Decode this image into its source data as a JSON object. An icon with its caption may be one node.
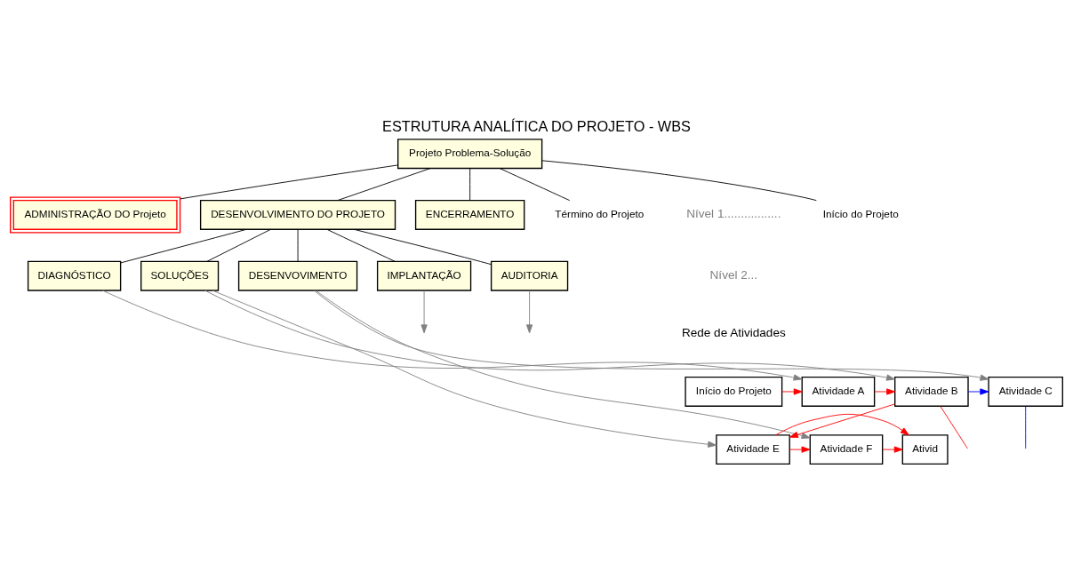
{
  "diagram": {
    "title": "ESTRUTURA ANALÍTICA DO PROJETO - WBS",
    "nodes": [
      {
        "text": [
          "Projeto Problema-Solução"
        ]
      },
      {
        "text": [
          "Início do Projeto"
        ]
      },
      {
        "text": [
          "ADMINISTRAÇÃO DO Projeto"
        ]
      },
      {
        "text": [
          "DESENVOLVIMENTO DO PROJETO"
        ]
      },
      {
        "text": [
          "ENCERRAMENTO"
        ]
      },
      {
        "text": [
          "Término do Projeto"
        ]
      },
      {
        "text": [
          "DIAGNÓSTICO"
        ]
      },
      {
        "text": [
          "SOLUÇÕES"
        ]
      },
      {
        "text": [
          "DESENVOVIMENTO"
        ]
      },
      {
        "text": [
          "IMPLANTAÇÃO"
        ]
      },
      {
        "text": [
          "AUDITORIA"
        ]
      },
      {
        "text": [
          "Início do Projeto"
        ]
      },
      {
        "text": [
          "Atividade A"
        ]
      },
      {
        "text": [
          "Atividade B"
        ]
      },
      {
        "text": [
          "Atividade C"
        ]
      },
      {
        "text": [
          "Atividade E"
        ]
      },
      {
        "text": [
          "Atividade F"
        ]
      },
      {
        "text": [
          "Ativid"
        ]
      }
    ],
    "edges": [
      {
        "from": 0,
        "to": 1,
        "arrow": "none"
      },
      {
        "from": 0,
        "to": 2,
        "arrow": "none"
      },
      {
        "from": 0,
        "to": 3,
        "arrow": "none"
      },
      {
        "from": 0,
        "to": 4,
        "arrow": "none"
      },
      {
        "from": 0,
        "to": 5,
        "arrow": "none"
      },
      {
        "from": 3,
        "to": 6,
        "arrow": "none"
      },
      {
        "from": 3,
        "to": 7,
        "arrow": "none"
      },
      {
        "from": 3,
        "to": 8,
        "arrow": "none"
      },
      {
        "from": 3,
        "to": 9,
        "arrow": "none"
      },
      {
        "from": 3,
        "to": 10,
        "arrow": "none"
      },
      {
        "from": 6,
        "to": 12,
        "arrow": "to",
        "color": "#808080"
      },
      {
        "from": 7,
        "to": 13,
        "arrow": "to",
        "color": "#808080"
      },
      {
        "from": 7,
        "to": 15,
        "arrow": "to",
        "color": "#808080"
      },
      {
        "from": 8,
        "to": 14,
        "arrow": "to",
        "color": "#808080"
      },
      {
        "from": 8,
        "to": 16,
        "arrow": "to",
        "color": "#808080"
      },
      {
        "from": 9,
        "to": null,
        "arrow": "to",
        "color": "#808080"
      },
      {
        "from": 10,
        "to": null,
        "arrow": "to",
        "color": "#808080"
      },
      {
        "from": 11,
        "to": 12,
        "arrow": "to",
        "color": "#ff0000"
      },
      {
        "from": 12,
        "to": 13,
        "arrow": "to",
        "color": "#ff0000"
      },
      {
        "from": 13,
        "to": 14,
        "arrow": "to",
        "color": "#0000ff"
      },
      {
        "from": 13,
        "to": null,
        "arrow": "none",
        "color": "#ff0000"
      },
      {
        "from": 14,
        "to": null,
        "arrow": "none",
        "color": "#0000ff"
      },
      {
        "from": 13,
        "to": 15,
        "arrow": "to",
        "color": "#ff0000"
      },
      {
        "from": 15,
        "to": 16,
        "arrow": "to",
        "color": "#ff0000"
      },
      {
        "from": 15,
        "to": 17,
        "arrow": "to",
        "color": "#ff0000"
      },
      {
        "from": 16,
        "to": 17,
        "arrow": "to",
        "color": "#ff0000"
      }
    ],
    "labels": [
      "Nível 1.................",
      "Nível 2...",
      "Rede de Atividades"
    ]
  }
}
